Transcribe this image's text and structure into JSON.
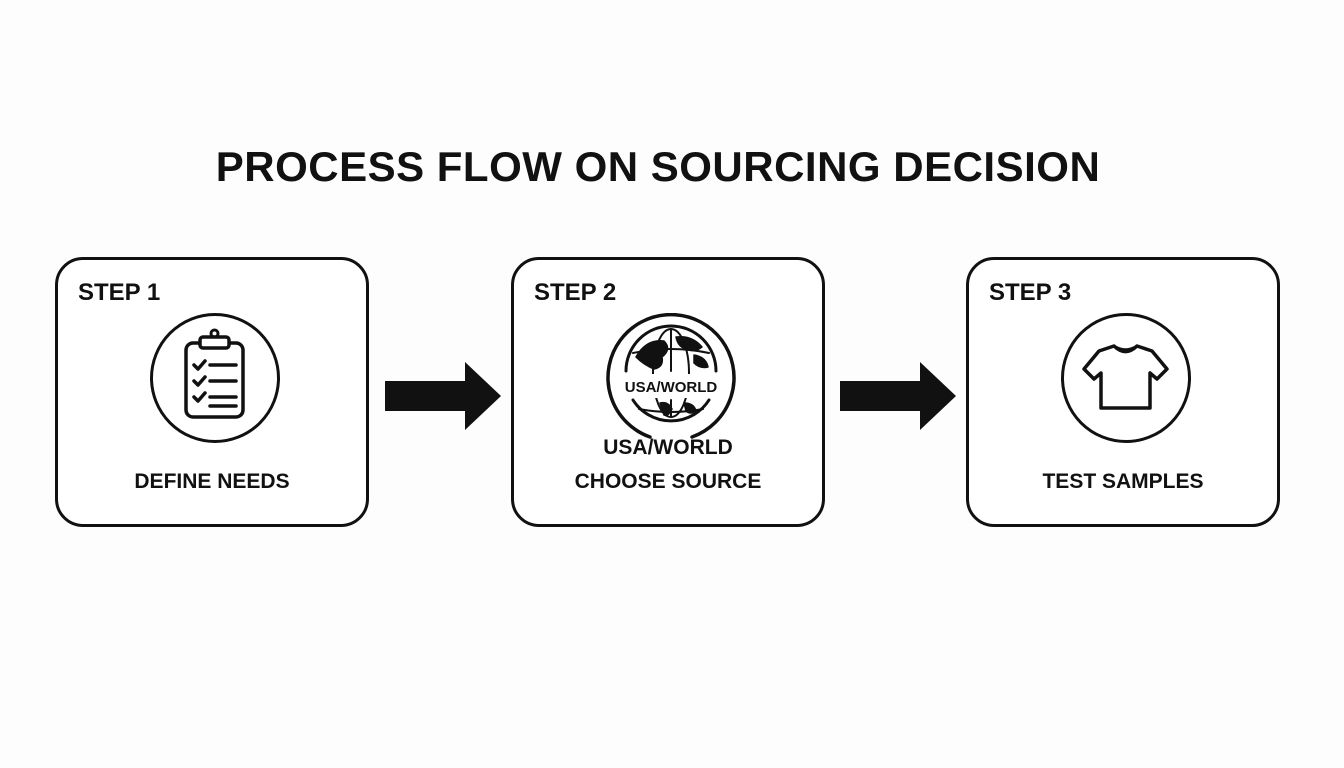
{
  "title": "PROCESS FLOW ON SOURCING DECISION",
  "steps": [
    {
      "label": "STEP 1",
      "icon": "clipboard-checklist-icon",
      "caption_lines": [
        "DEFINE NEEDS"
      ]
    },
    {
      "label": "STEP 2",
      "icon": "globe-icon",
      "icon_text": "USA/WORLD",
      "caption_lines": [
        "USA/WORLD",
        "CHOOSE SOURCE"
      ]
    },
    {
      "label": "STEP 3",
      "icon": "tshirt-icon",
      "caption_lines": [
        "TEST SAMPLES"
      ]
    }
  ],
  "connectors": [
    "right-arrow-icon",
    "right-arrow-icon"
  ],
  "colors": {
    "ink": "#111111",
    "background": "#fdfdfd"
  }
}
